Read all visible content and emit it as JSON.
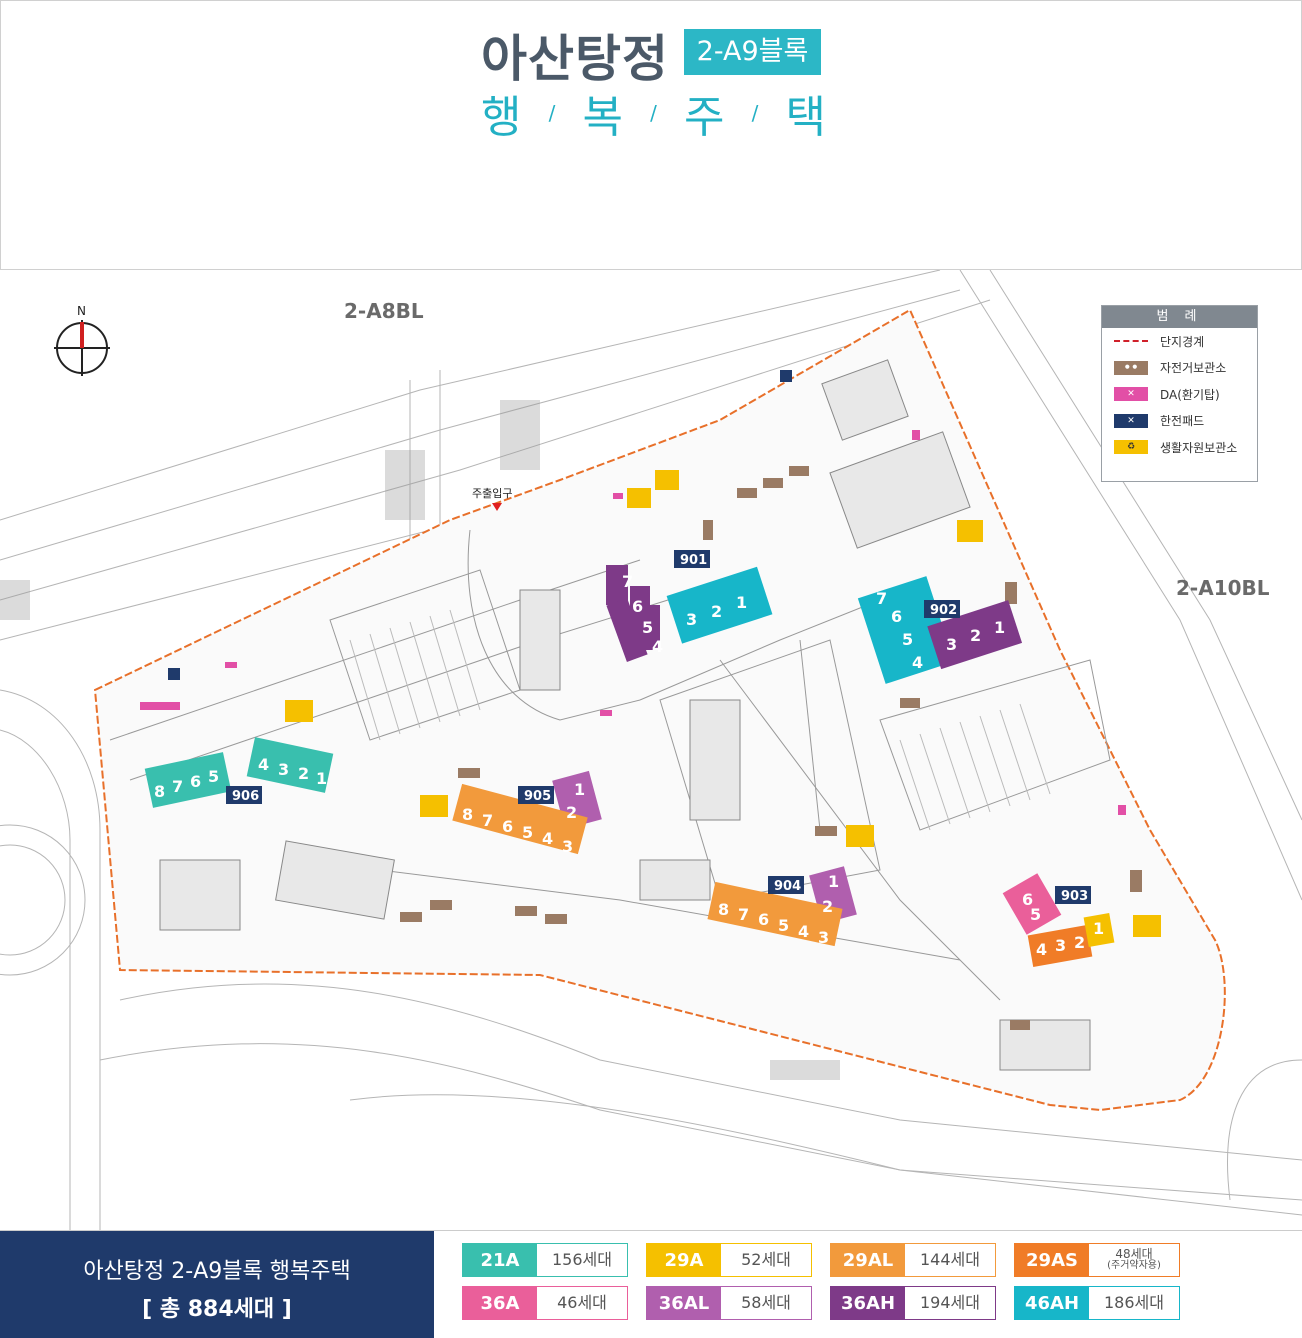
{
  "header": {
    "title_main": "아산탕정",
    "title_block": "2-A9블록",
    "title_sub": [
      "행",
      "복",
      "주",
      "택"
    ],
    "title_sub_sep": "/"
  },
  "map": {
    "compass_label": "N",
    "neighbors": {
      "north": "2-A8BL",
      "east": "2-A10BL"
    },
    "entrance_label": "주출입구",
    "buildings": [
      {
        "id": "901",
        "cores": [
          "7",
          "6",
          "5",
          "4",
          "3",
          "2",
          "1"
        ]
      },
      {
        "id": "902",
        "cores": [
          "7",
          "6",
          "5",
          "4",
          "3",
          "2",
          "1"
        ]
      },
      {
        "id": "903",
        "cores": [
          "6",
          "5",
          "4",
          "3",
          "2",
          "1"
        ]
      },
      {
        "id": "904",
        "cores": [
          "2",
          "1",
          "8",
          "7",
          "6",
          "5",
          "4",
          "3"
        ]
      },
      {
        "id": "905",
        "cores": [
          "2",
          "1",
          "8",
          "7",
          "6",
          "5",
          "4",
          "3"
        ]
      },
      {
        "id": "906",
        "cores": [
          "4",
          "3",
          "2",
          "1",
          "8",
          "7",
          "6",
          "5"
        ]
      }
    ],
    "colors": {
      "teal_21A": "#39bfae",
      "yellow_29A": "#f5c000",
      "orange_29AL": "#f29a3c",
      "orange_29AS": "#f07c27",
      "pink_36A": "#ea5f9a",
      "purple_36AL": "#b05fae",
      "purple_36AH": "#7e3a88",
      "cyan_46AH": "#17b6c9",
      "boundary": "#e8702a"
    }
  },
  "legend": {
    "title": "범 례",
    "items": [
      {
        "label": "단지경계",
        "icon": "boundary-dash"
      },
      {
        "label": "자전거보관소",
        "icon": "bicycle-icon"
      },
      {
        "label": "DA(환기탑)",
        "icon": "vent-icon"
      },
      {
        "label": "한전패드",
        "icon": "power-pad-icon"
      },
      {
        "label": "생활자원보관소",
        "icon": "recycle-icon"
      }
    ]
  },
  "summary": {
    "name": "아산탕정 2-A9블록 행복주택",
    "total": "[ 총 884세대 ]"
  },
  "units": [
    {
      "type": "21A",
      "count": "156세대",
      "color": "#39bfae"
    },
    {
      "type": "29A",
      "count": "52세대",
      "color": "#f5c000"
    },
    {
      "type": "29AL",
      "count": "144세대",
      "color": "#f29a3c"
    },
    {
      "type": "29AS",
      "count": "48세대",
      "note": "(주거약자용)",
      "color": "#f07c27"
    },
    {
      "type": "36A",
      "count": "46세대",
      "color": "#ea5f9a"
    },
    {
      "type": "36AL",
      "count": "58세대",
      "color": "#b05fae"
    },
    {
      "type": "36AH",
      "count": "194세대",
      "color": "#7e3a88"
    },
    {
      "type": "46AH",
      "count": "186세대",
      "color": "#17b6c9"
    }
  ]
}
